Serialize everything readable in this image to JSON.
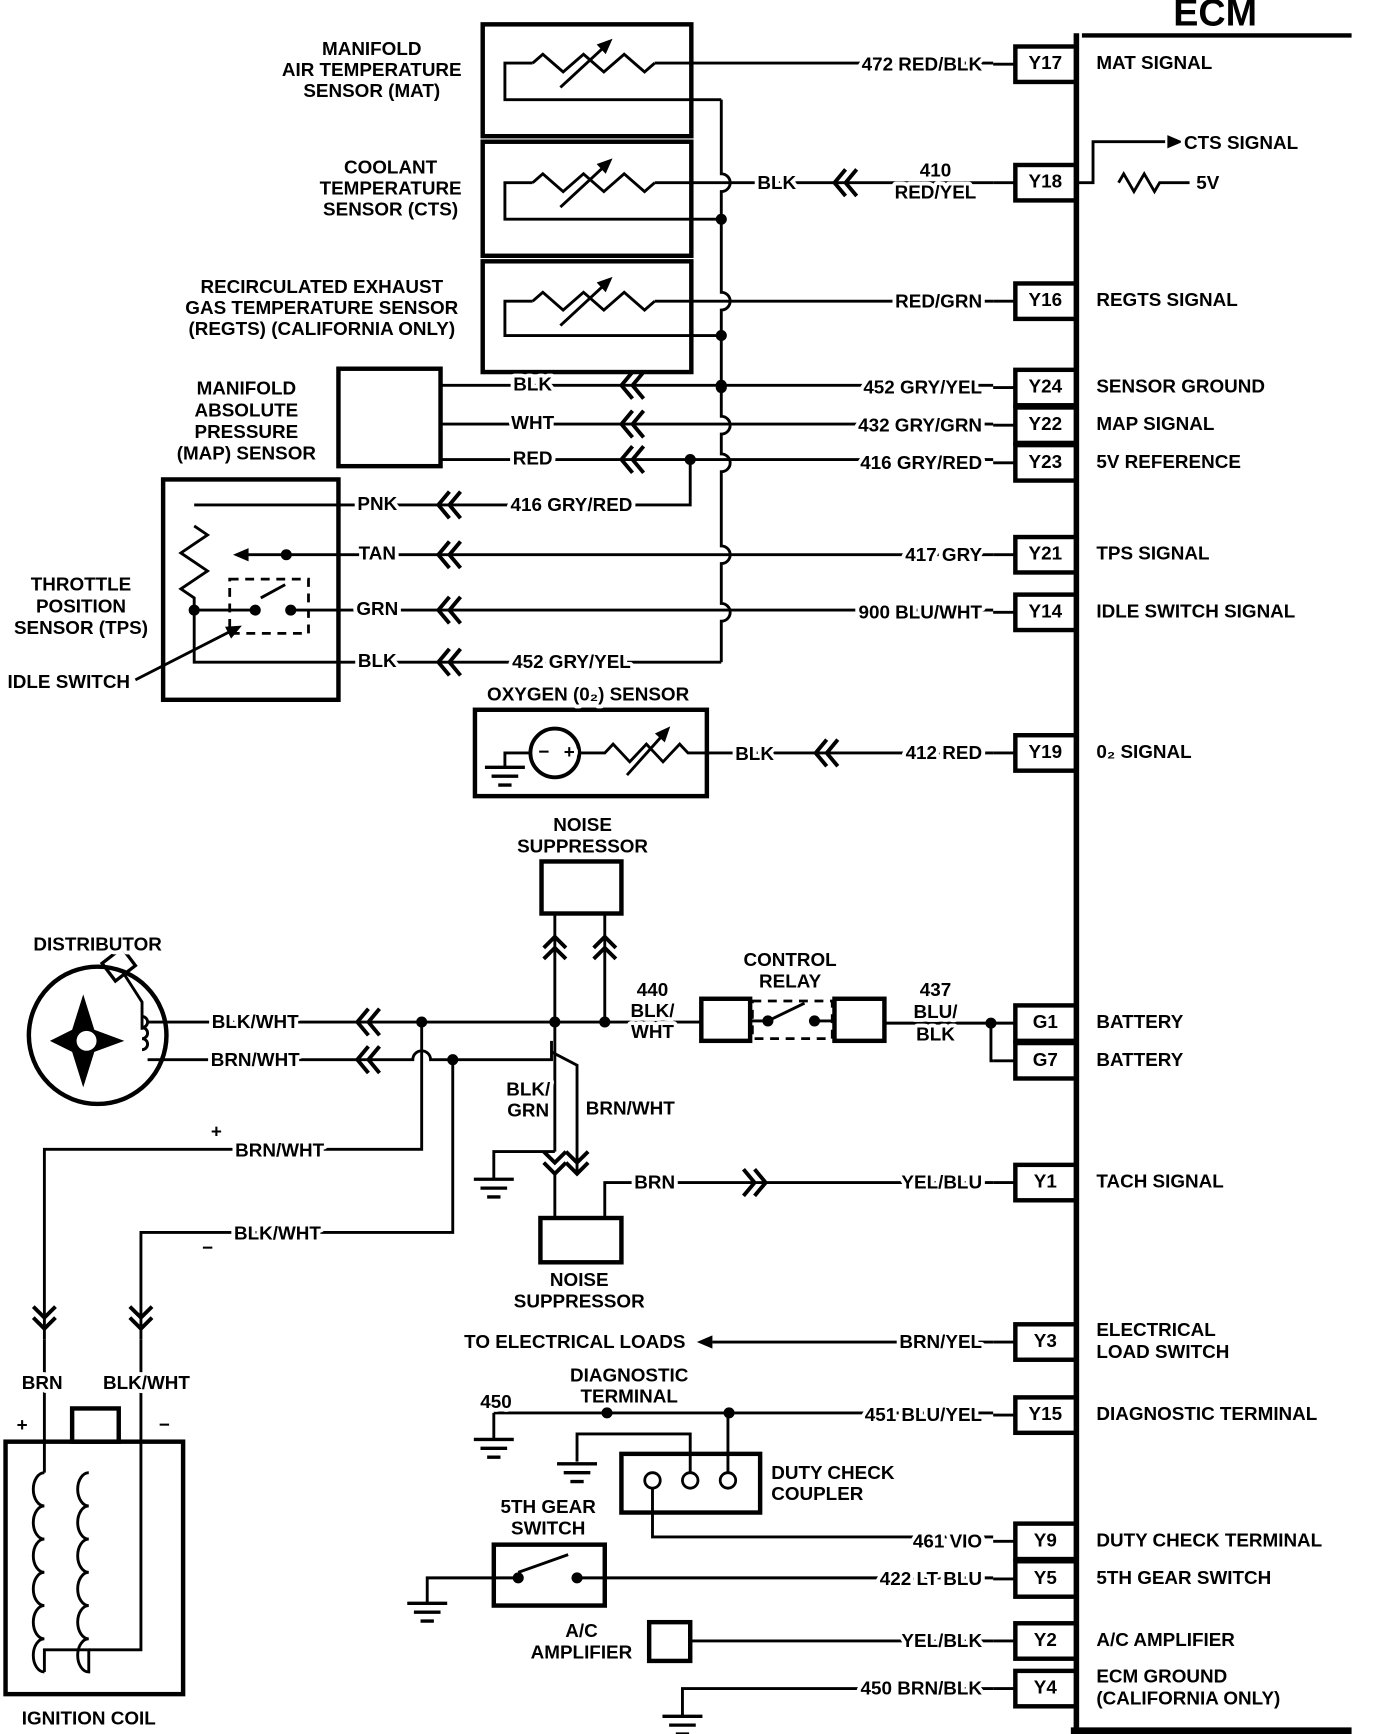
{
  "ecm": {
    "title": "ECM",
    "cts_signal": "CTS SIGNAL",
    "v5": "5V",
    "pins": [
      {
        "id": "Y17",
        "function": [
          "MAT SIGNAL"
        ],
        "wire": [
          "472 RED/BLK"
        ]
      },
      {
        "id": "Y18",
        "function": [],
        "wire": [
          "410",
          "RED/YEL"
        ]
      },
      {
        "id": "Y16",
        "function": [
          "REGTS SIGNAL"
        ],
        "wire": [
          "RED/GRN"
        ]
      },
      {
        "id": "Y24",
        "function": [
          "SENSOR GROUND"
        ],
        "wire": [
          "452 GRY/YEL"
        ]
      },
      {
        "id": "Y22",
        "function": [
          "MAP SIGNAL"
        ],
        "wire": [
          "432 GRY/GRN"
        ]
      },
      {
        "id": "Y23",
        "function": [
          "5V REFERENCE"
        ],
        "wire": [
          "416 GRY/RED"
        ]
      },
      {
        "id": "Y21",
        "function": [
          "TPS SIGNAL"
        ],
        "wire": [
          "417 GRY"
        ]
      },
      {
        "id": "Y14",
        "function": [
          "IDLE SWITCH SIGNAL"
        ],
        "wire": [
          "900 BLU/WHT"
        ]
      },
      {
        "id": "Y19",
        "function": [
          "0₂ SIGNAL"
        ],
        "wire": [
          "412 RED"
        ]
      },
      {
        "id": "G1",
        "function": [
          "BATTERY"
        ],
        "wire": [
          "437",
          "BLU/",
          "BLK"
        ]
      },
      {
        "id": "G7",
        "function": [
          "BATTERY"
        ],
        "wire": []
      },
      {
        "id": "Y1",
        "function": [
          "TACH SIGNAL"
        ],
        "wire": [
          "YEL/BLU"
        ]
      },
      {
        "id": "Y3",
        "function": [
          "ELECTRICAL",
          "LOAD SWITCH"
        ],
        "wire": [
          "BRN/YEL"
        ]
      },
      {
        "id": "Y15",
        "function": [
          "DIAGNOSTIC TERMINAL"
        ],
        "wire": [
          "451 BLU/YEL"
        ]
      },
      {
        "id": "Y9",
        "function": [
          "DUTY CHECK TERMINAL"
        ],
        "wire": [
          "461 VIO"
        ]
      },
      {
        "id": "Y5",
        "function": [
          "5TH GEAR SWITCH"
        ],
        "wire": [
          "422 LT BLU"
        ]
      },
      {
        "id": "Y2",
        "function": [
          "A/C AMPLIFIER"
        ],
        "wire": [
          "YEL/BLK"
        ]
      },
      {
        "id": "Y4",
        "function": [
          "ECM GROUND",
          "(CALIFORNIA ONLY)"
        ],
        "wire": [
          "450 BRN/BLK"
        ]
      }
    ]
  },
  "sensors": {
    "mat": {
      "name": [
        "MANIFOLD",
        "AIR TEMPERATURE",
        "SENSOR (MAT)"
      ]
    },
    "cts": {
      "name": [
        "COOLANT",
        "TEMPERATURE",
        "SENSOR (CTS)"
      ],
      "wire": "BLK"
    },
    "regts": {
      "name": [
        "RECIRCULATED EXHAUST",
        "GAS TEMPERATURE SENSOR",
        "(REGTS) (CALIFORNIA ONLY)"
      ]
    },
    "map": {
      "name": [
        "MANIFOLD",
        "ABSOLUTE",
        "PRESSURE",
        "(MAP) SENSOR"
      ],
      "wires": [
        "BLK",
        "WHT",
        "RED"
      ]
    },
    "tps": {
      "name": [
        "THROTTLE",
        "POSITION",
        "SENSOR (TPS)"
      ],
      "wires": [
        "PNK",
        "TAN",
        "GRN",
        "BLK"
      ],
      "feed_wires": [
        "416 GRY/RED",
        "452 GRY/YEL"
      ],
      "idle_switch": "IDLE SWITCH"
    },
    "o2": {
      "name": "OXYGEN (0₂) SENSOR",
      "wire": "BLK",
      "polarity": [
        "−",
        "+"
      ]
    }
  },
  "ignition": {
    "distributor": "DISTRIBUTOR",
    "dist_wires": [
      "BLK/WHT",
      "BRN/WHT"
    ],
    "noise_suppressor_top": [
      "NOISE",
      "SUPPRESSOR"
    ],
    "noise_suppressor_bottom": [
      "NOISE",
      "SUPPRESSOR"
    ],
    "relay": [
      "CONTROL",
      "RELAY"
    ],
    "relay_in_wire": [
      "440",
      "BLK/",
      "WHT"
    ],
    "coil_pos_wire": "BRN/WHT",
    "coil_neg_wire": "BLK/WHT",
    "plus": "+",
    "minus": "−",
    "suppressor_wire1": [
      "BLK/",
      "GRN"
    ],
    "suppressor_wire2": "BRN/WHT",
    "tach_wire": "BRN",
    "coil_wire_labels": [
      "BRN",
      "BLK/WHT"
    ],
    "coil_name": "IGNITION COIL"
  },
  "misc": {
    "to_loads": "TO ELECTRICAL LOADS",
    "diag_ground_wire": "450",
    "diag_terminal": [
      "DIAGNOSTIC",
      "TERMINAL"
    ],
    "duty_coupler": [
      "DUTY CHECK",
      "COUPLER"
    ],
    "fifth_gear": [
      "5TH GEAR",
      "SWITCH"
    ],
    "ac_amp": [
      "A/C",
      "AMPLIFIER"
    ]
  }
}
